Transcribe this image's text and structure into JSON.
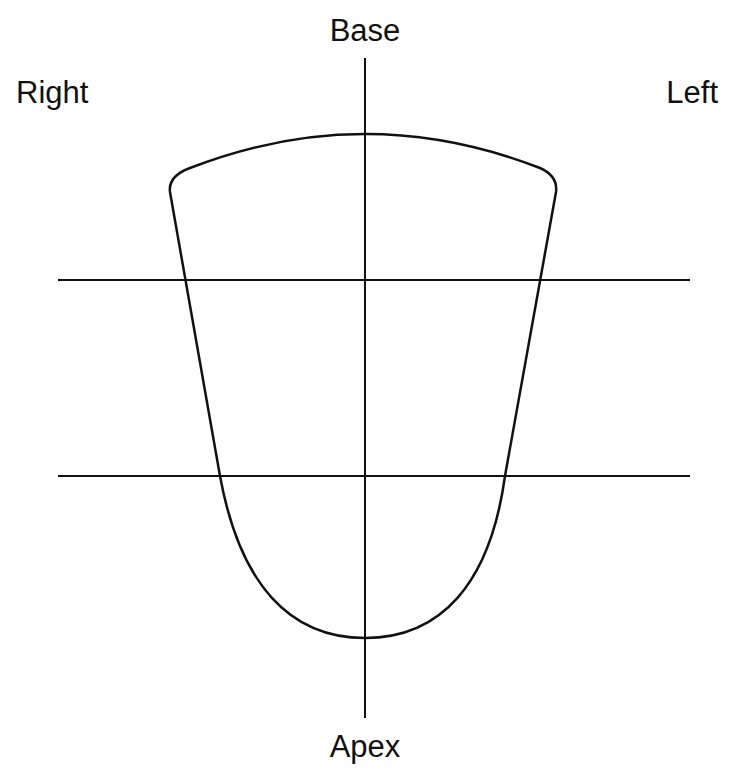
{
  "diagram": {
    "labels": [
      "Base",
      "Right",
      "Left",
      "Apex"
    ]
  }
}
